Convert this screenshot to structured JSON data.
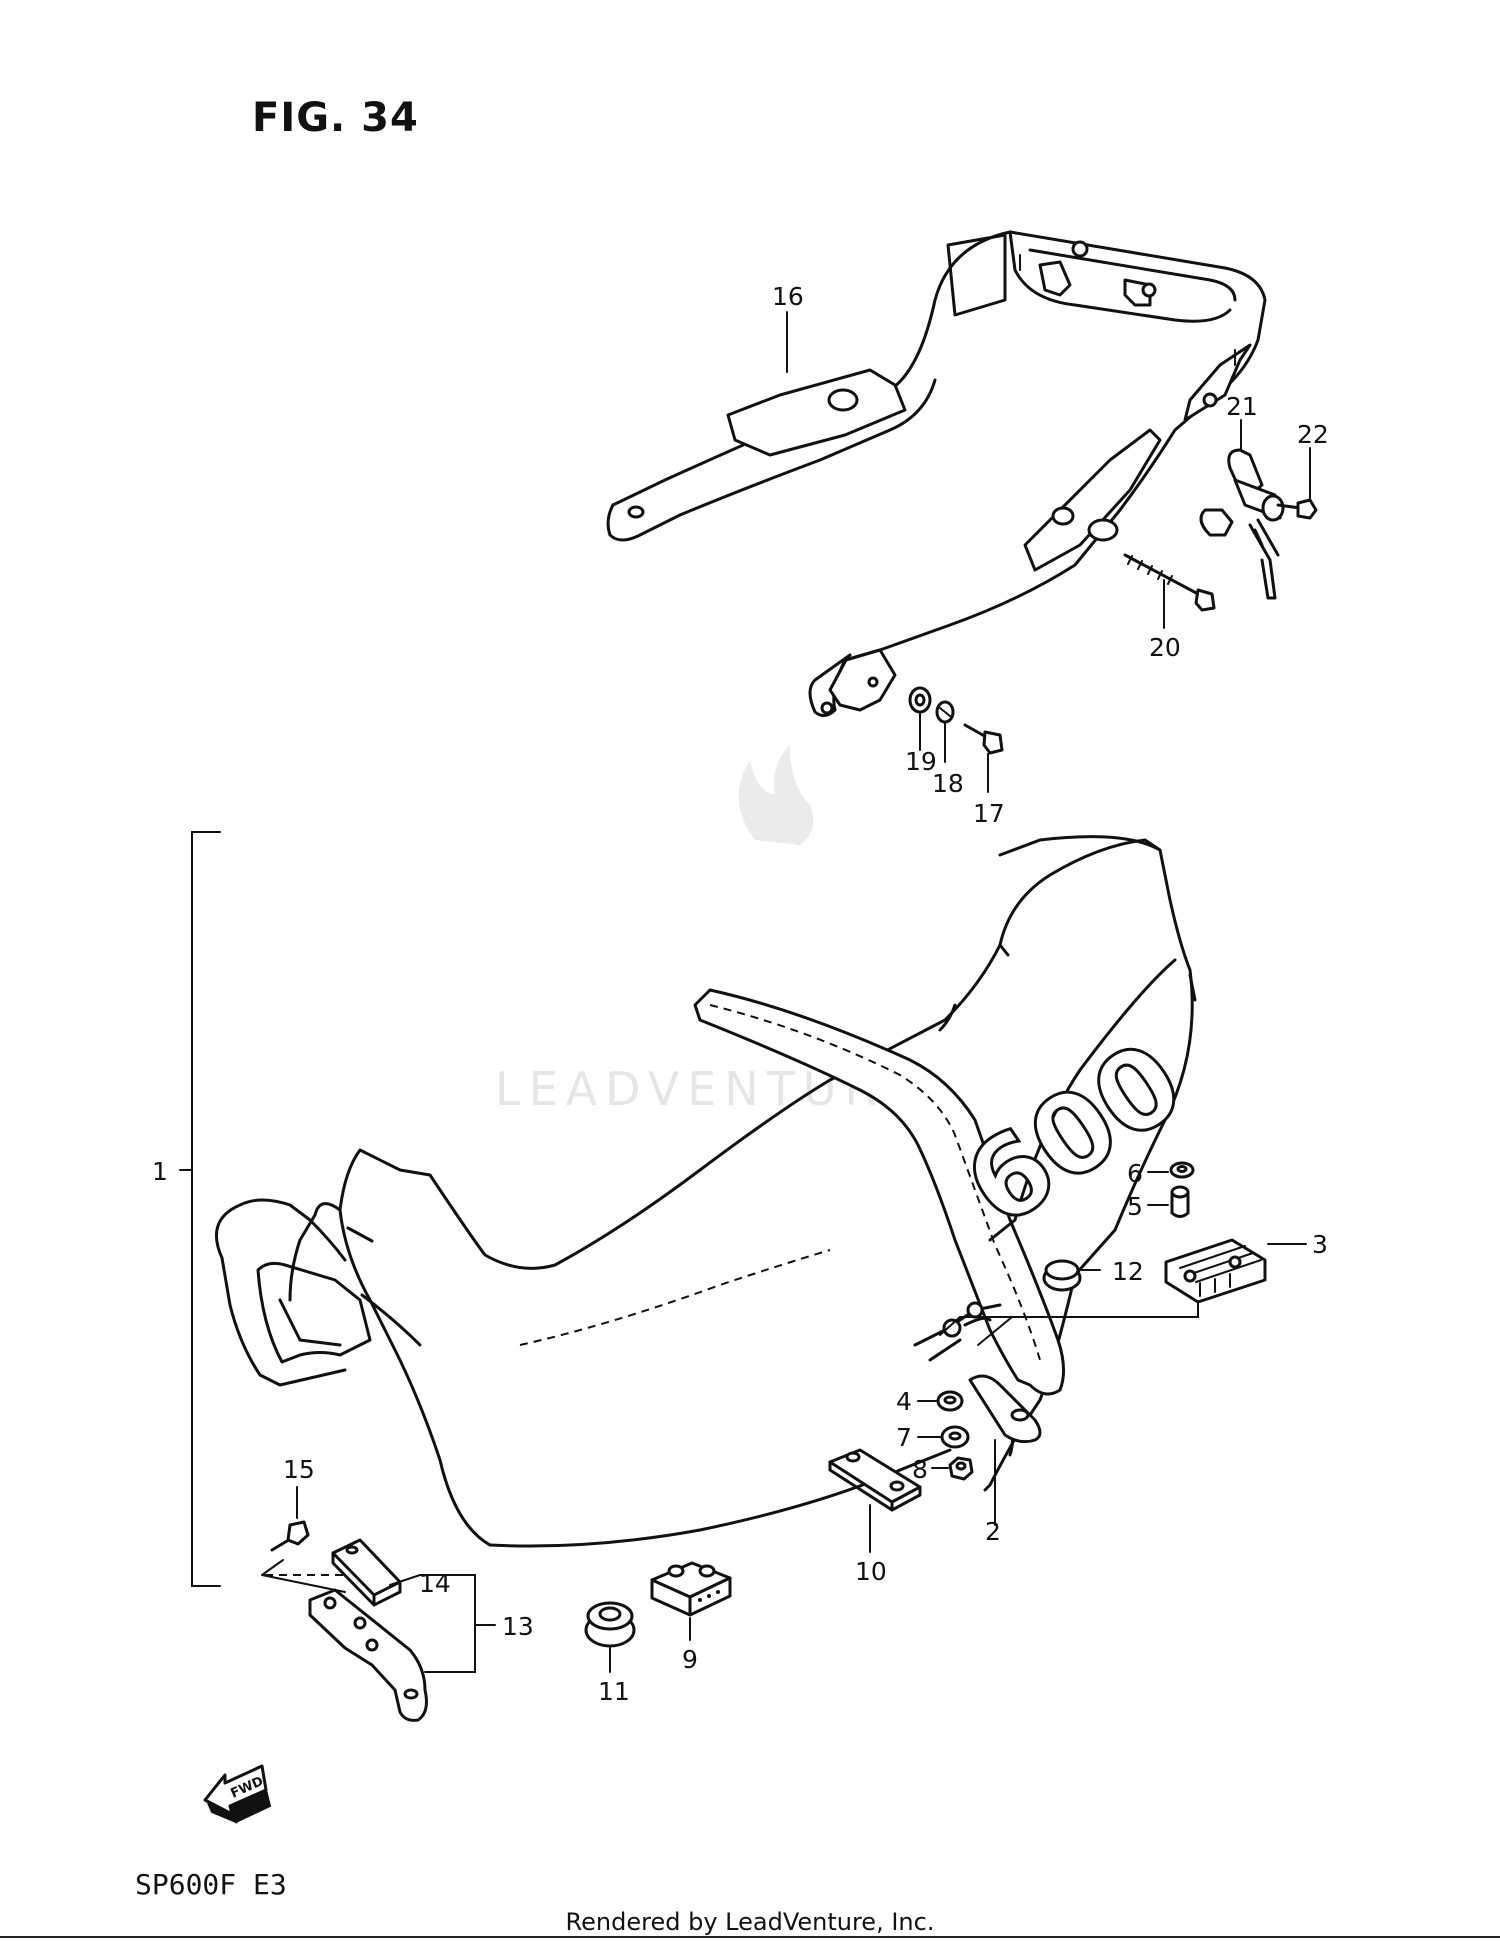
{
  "figure": {
    "title": "FIG. 34",
    "model_code": "SP600F  E3"
  },
  "seat_badge": "600",
  "fwd_label": "FWD",
  "watermark": "LEADVENTURE",
  "footer": "Rendered by LeadVenture, Inc.",
  "callouts": [
    "1",
    "2",
    "3",
    "4",
    "5",
    "6",
    "7",
    "8",
    "9",
    "10",
    "11",
    "12",
    "13",
    "14",
    "15",
    "16",
    "17",
    "18",
    "19",
    "20",
    "21",
    "22"
  ]
}
